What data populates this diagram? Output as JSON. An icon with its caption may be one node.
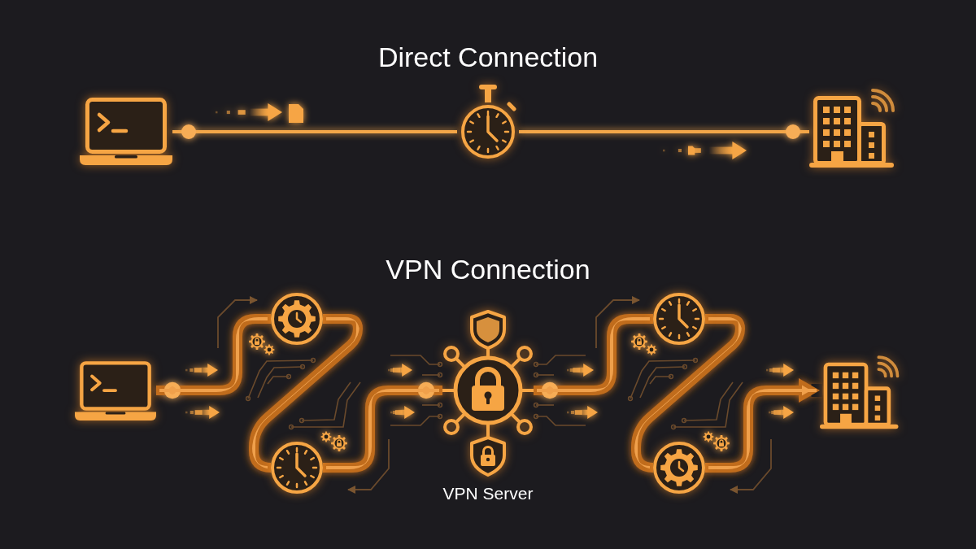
{
  "diagram": {
    "nodes": [
      {
        "text": [],
        "shape": "picture"
      },
      {
        "text": [],
        "shape": "picture"
      },
      {
        "text": [],
        "shape": "picture"
      },
      {
        "text": [],
        "shape": "picture"
      },
      {
        "text": [],
        "shape": "picture"
      },
      {
        "text": [],
        "shape": "picture"
      },
      {
        "text": [
          "VPN Server"
        ]
      },
      {
        "text": [],
        "shape": "picture"
      },
      {
        "text": [],
        "shape": "picture"
      },
      {
        "text": [],
        "shape": "picture"
      }
    ],
    "edges": [
      {
        "from": 0,
        "to": 1,
        "arrow": "other"
      },
      {
        "from": 2,
        "to": 1,
        "arrow": "other"
      },
      {
        "from": 3,
        "to": 4,
        "arrow": "other"
      },
      {
        "from": 6,
        "to": 5,
        "arrow": "other"
      },
      {
        "from": 4,
        "to": 5,
        "arrow": "none"
      },
      {
        "from": 6,
        "to": 7,
        "arrow": "other"
      },
      {
        "from": 7,
        "to": 8,
        "arrow": "none"
      },
      {
        "from": 8,
        "to": 9,
        "arrow": "to"
      }
    ],
    "labels": [
      "Direct Connection",
      "VPN Connection"
    ]
  }
}
